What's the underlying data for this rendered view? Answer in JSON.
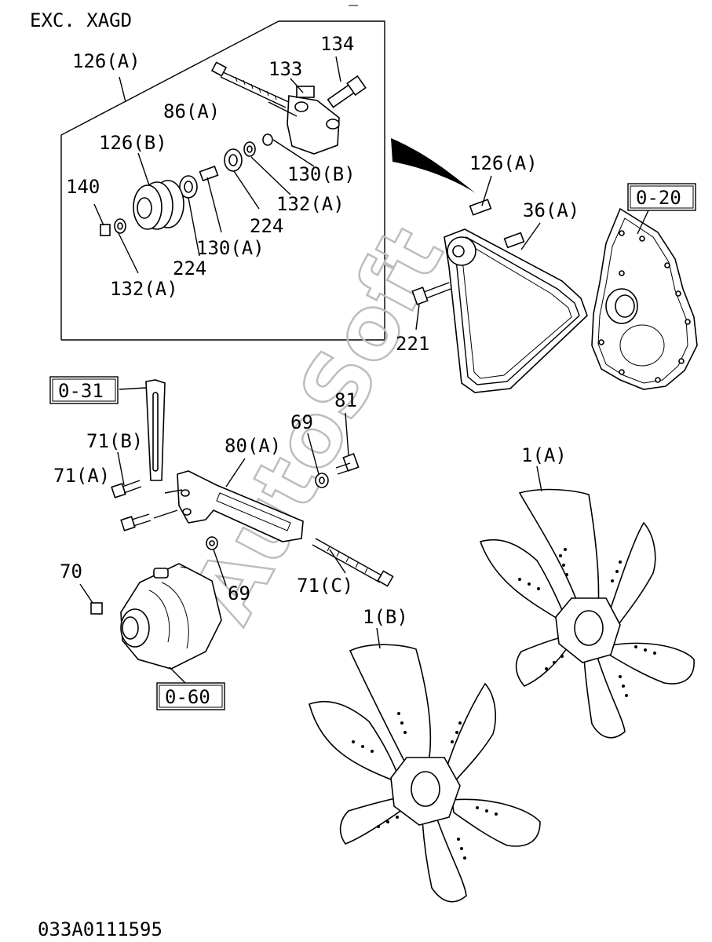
{
  "header": {
    "note": "EXC. XAGD"
  },
  "footer": {
    "drawing_id": "033A0111595"
  },
  "watermark": "AutoSoft",
  "labels": {
    "l126A_top": "126(A)",
    "l134": "134",
    "l133": "133",
    "l86A": "86(A)",
    "l126B": "126(B)",
    "l140": "140",
    "l130B": "130(B)",
    "l132A_r": "132(A)",
    "l224_r": "224",
    "l130A": "130(A)",
    "l224_l": "224",
    "l132A_l": "132(A)",
    "l126A_right": "126(A)",
    "l36A": "36(A)",
    "l221": "221",
    "l81": "81",
    "l69_top": "69",
    "l80A": "80(A)",
    "l71B": "71(B)",
    "l71A": "71(A)",
    "l70": "70",
    "l69_bot": "69",
    "l71C": "71(C)",
    "l1A": "1(A)",
    "l1B": "1(B)"
  },
  "refs": {
    "r020": "0-20",
    "r031": "0-31",
    "r060": "0-60"
  }
}
